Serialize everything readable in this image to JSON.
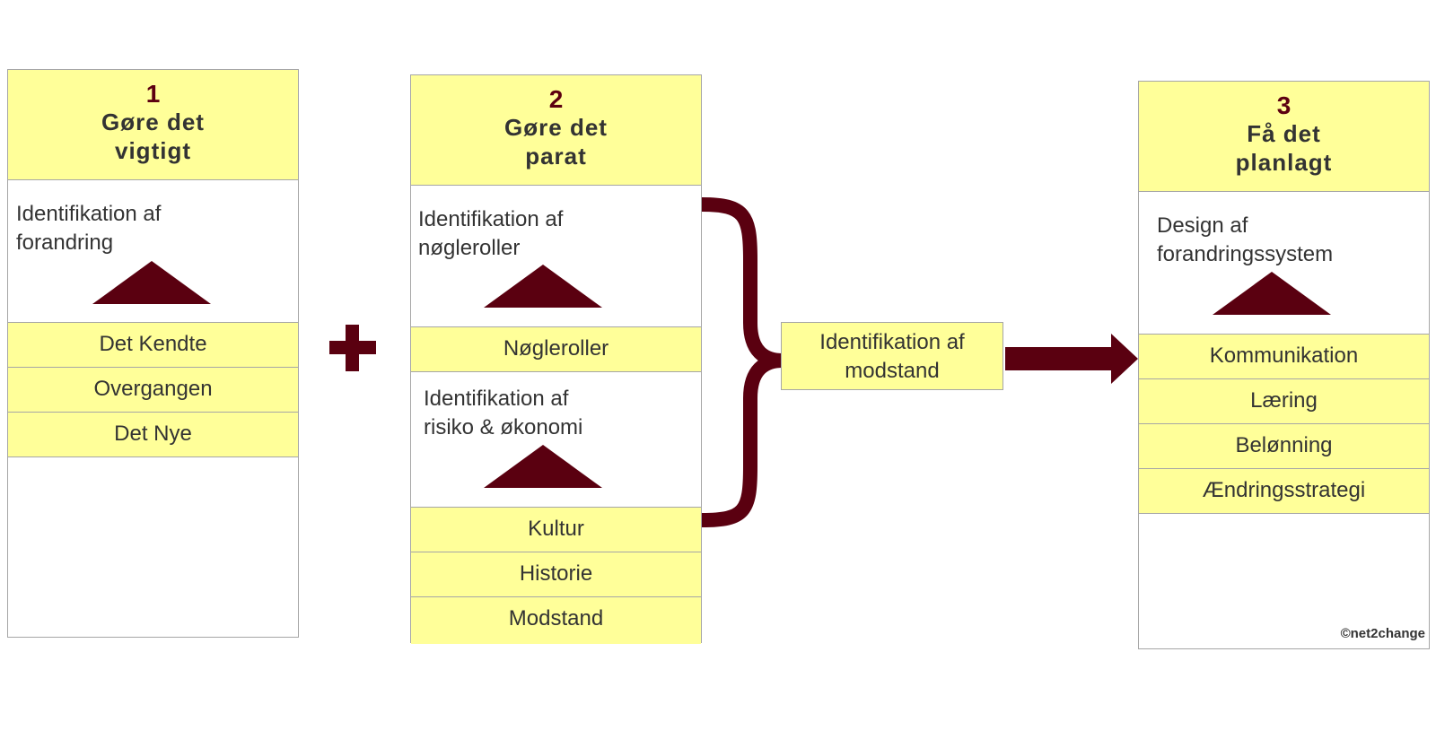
{
  "columns": [
    {
      "number": "1",
      "title_line1": "Gøre det",
      "title_line2": "vigtigt",
      "desc1_line1": "Identifikation af",
      "desc1_line2": "forandring",
      "items1": [
        "Det Kendte",
        "Overgangen",
        "Det Nye"
      ]
    },
    {
      "number": "2",
      "title_line1": "Gøre det",
      "title_line2": "parat",
      "desc1_line1": "Identifikation af",
      "desc1_line2": "nøgleroller",
      "items1": [
        "Nøgleroller"
      ],
      "desc2_line1": "Identifikation af",
      "desc2_line2": "risiko & økonomi",
      "items2": [
        "Kultur",
        "Historie",
        "Modstand"
      ]
    },
    {
      "number": "3",
      "title_line1": "Få det",
      "title_line2": "planlagt",
      "desc1_line1": "Design af",
      "desc1_line2": "forandringssystem",
      "items1": [
        "Kommunikation",
        "Læring",
        "Belønning",
        "Ændringsstrategi"
      ]
    }
  ],
  "plus_symbol": "+",
  "center_box": {
    "line1": "Identifikation af",
    "line2": "modstand"
  },
  "copyright": "©net2change",
  "colors": {
    "header_fill": "#ffff99",
    "accent": "#5a0010",
    "border": "#a6a6a6",
    "text": "#333333"
  }
}
